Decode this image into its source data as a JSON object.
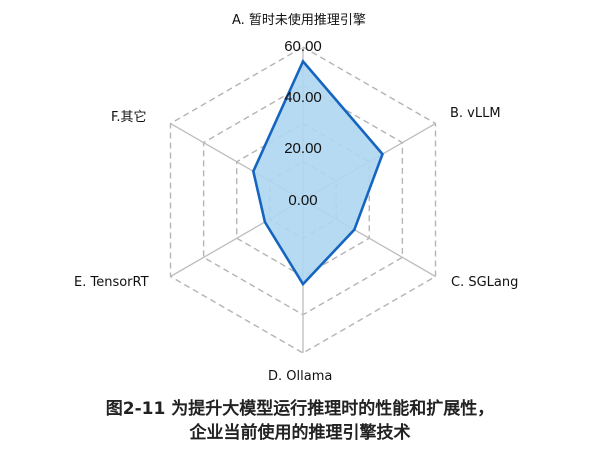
{
  "chart_data": {
    "type": "radar",
    "title": "图2-11 为提升大模型运行推理时的性能和扩展性，企业当前使用的推理引擎技术",
    "categories": [
      "A. 暂时未使用推理引擎",
      "B. vLLM",
      "C. SGLang",
      "D. Ollama",
      "E. TensorRT",
      "F.其它"
    ],
    "values": [
      52.5,
      28,
      11,
      24,
      3,
      10
    ],
    "radial_ticks": [
      "0.00",
      "20.00",
      "40.00",
      "60.00"
    ],
    "rlim": [
      -20,
      60
    ],
    "grid": "dashed hexagons",
    "series_color": "#1565c0",
    "fill_color": "#aed6f1"
  },
  "labels": {
    "a": "A. 暂时未使用推理引擎",
    "b": "B. vLLM",
    "c": "C. SGLang",
    "d": "D. Ollama",
    "e": "E. TensorRT",
    "f": "F.其它"
  },
  "ticks": {
    "t0": "0.00",
    "t20": "20.00",
    "t40": "40.00",
    "t60": "60.00"
  },
  "caption": {
    "line1": "图2-11 为提升大模型运行推理时的性能和扩展性，",
    "line2": "企业当前使用的推理引擎技术"
  }
}
